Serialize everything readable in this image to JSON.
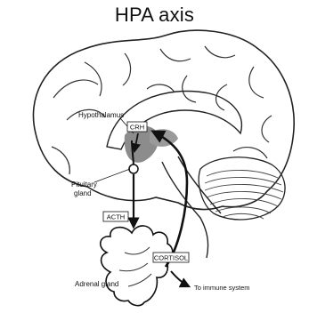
{
  "diagram": {
    "title": "HPA axis",
    "labels": {
      "hypothalamus": "Hypothalamus",
      "crh": "CRH",
      "pituitary_line1": "Pituitary",
      "pituitary_line2": "gland",
      "acth": "ACTH",
      "cortisol": "CORTISOL",
      "adrenal": "Adrenal gland",
      "immune": "To immune system"
    }
  }
}
